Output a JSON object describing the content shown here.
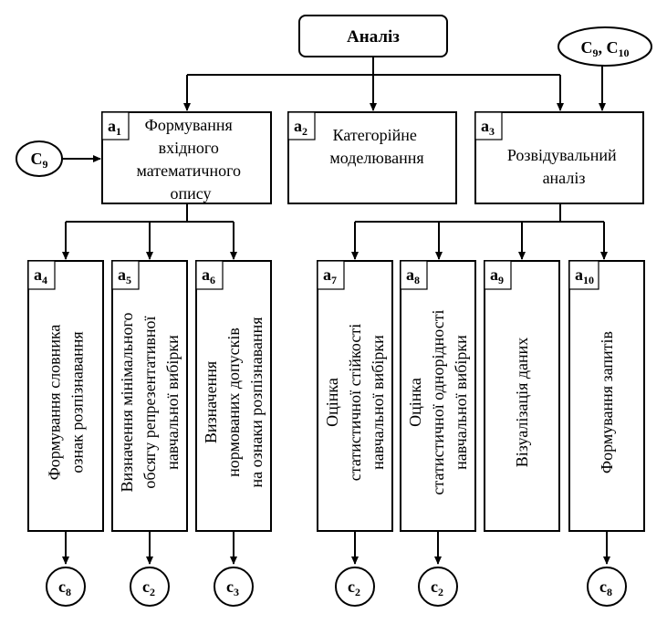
{
  "root": {
    "label": "Аналіз"
  },
  "top_input": {
    "base": "C",
    "sub1": "9",
    "sep": ", ",
    "base2": "C",
    "sub2": "10"
  },
  "side_input": {
    "base": "C",
    "sub": "9"
  },
  "level1": [
    {
      "id": "a1",
      "tag_base": "a",
      "tag_sub": "1",
      "lines": [
        "Формування",
        "вхідного",
        "математичного",
        "опису"
      ]
    },
    {
      "id": "a2",
      "tag_base": "a",
      "tag_sub": "2",
      "lines": [
        "Категорійне",
        "моделювання"
      ]
    },
    {
      "id": "a3",
      "tag_base": "a",
      "tag_sub": "3",
      "lines": [
        "Розвідувальний",
        "аналіз"
      ]
    }
  ],
  "level2": [
    {
      "id": "a4",
      "tag_base": "a",
      "tag_sub": "4",
      "lines": [
        "Формування словника",
        "ознак розпізнавання"
      ],
      "output": {
        "base": "c",
        "sub": "8"
      }
    },
    {
      "id": "a5",
      "tag_base": "a",
      "tag_sub": "5",
      "lines": [
        "Визначення мінімального",
        "обсягу репрезентативної",
        "навчальної вибірки"
      ],
      "output": {
        "base": "c",
        "sub": "2"
      }
    },
    {
      "id": "a6",
      "tag_base": "a",
      "tag_sub": "6",
      "lines": [
        "Визначення",
        "нормованих допусків",
        "на ознаки розпізнавання"
      ],
      "output": {
        "base": "c",
        "sub": "3"
      }
    },
    {
      "id": "a7",
      "tag_base": "a",
      "tag_sub": "7",
      "lines": [
        "Оцінка",
        "статистичної стійкості",
        "навчальної вибірки"
      ],
      "output": {
        "base": "c",
        "sub": "2"
      }
    },
    {
      "id": "a8",
      "tag_base": "a",
      "tag_sub": "8",
      "lines": [
        "Оцінка",
        "статистичної однорідності",
        "навчальної вибірки"
      ],
      "output": {
        "base": "c",
        "sub": "2"
      }
    },
    {
      "id": "a9",
      "tag_base": "a",
      "tag_sub": "9",
      "lines": [
        "Візуалізація даних"
      ],
      "output": null
    },
    {
      "id": "a10",
      "tag_base": "a",
      "tag_sub": "10",
      "lines": [
        "Формування запитів"
      ],
      "output": {
        "base": "c",
        "sub": "8"
      }
    }
  ]
}
